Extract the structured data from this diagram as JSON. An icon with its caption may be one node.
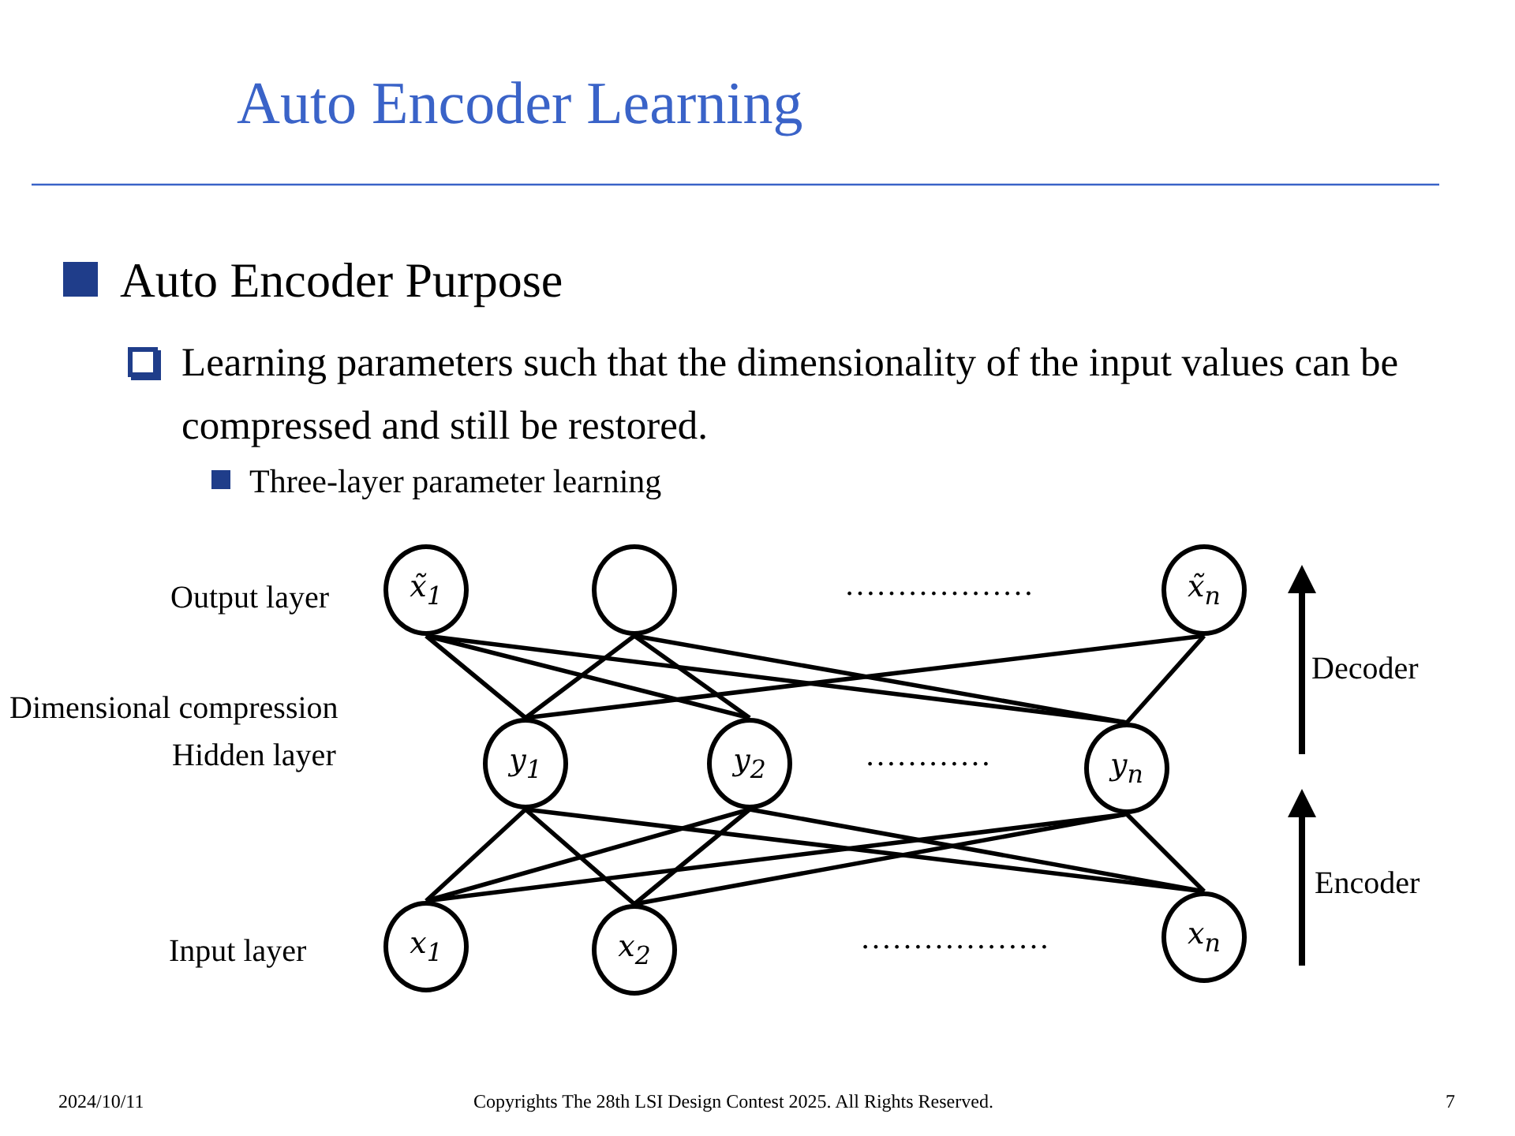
{
  "diagram": {
    "title": "Auto Encoder Learning",
    "nodes": [
      {
        "text": [
          "x̃$_{1}$"
        ]
      },
      {
        "text": [],
        "shape": "circle"
      },
      {
        "text": [
          "x̃$_{n}$"
        ]
      },
      {
        "text": [
          "y$_{1}$"
        ]
      },
      {
        "text": [
          "y$_{2}$"
        ]
      },
      {
        "text": [
          "y$_{n}$"
        ]
      },
      {
        "text": [
          "x$_{1}$"
        ]
      },
      {
        "text": [
          "x$_{2}$"
        ]
      },
      {
        "text": [
          "x$_{n}$"
        ]
      }
    ],
    "edges": [
      {
        "from": 0,
        "to": 3,
        "arrow": "none"
      },
      {
        "from": 0,
        "to": 4,
        "arrow": "none"
      },
      {
        "from": 0,
        "to": 5,
        "arrow": "none"
      },
      {
        "from": 1,
        "to": 3,
        "arrow": "none"
      },
      {
        "from": 1,
        "to": 4,
        "arrow": "none"
      },
      {
        "from": 1,
        "to": 5,
        "arrow": "none"
      },
      {
        "from": 2,
        "to": 3,
        "arrow": "none"
      },
      {
        "from": 2,
        "to": 5,
        "arrow": "none"
      },
      {
        "from": 3,
        "to": 6,
        "arrow": "none"
      },
      {
        "from": 3,
        "to": 7,
        "arrow": "none"
      },
      {
        "from": 3,
        "to": 8,
        "arrow": "none"
      },
      {
        "from": 4,
        "to": 6,
        "arrow": "none"
      },
      {
        "from": 4,
        "to": 7,
        "arrow": "none"
      },
      {
        "from": 4,
        "to": 8,
        "arrow": "none"
      },
      {
        "from": 5,
        "to": 6,
        "arrow": "none"
      },
      {
        "from": 5,
        "to": 7,
        "arrow": "none"
      },
      {
        "from": 5,
        "to": 8,
        "arrow": "none"
      }
    ],
    "labels": [
      "Auto Encoder Purpose",
      "Learning parameters such that the dimensionality of the input values can be compressed and still be restored.",
      "Three-layer parameter learning",
      "Output layer",
      "………………",
      "Decoder",
      "Dimensional compression",
      "Hidden layer",
      "…………",
      "Encoder",
      "Input layer",
      "………………",
      "2024/10/11",
      "Copyrights The 28th LSI Design Contest 2025.  All Rights Reserved.",
      "7"
    ]
  }
}
